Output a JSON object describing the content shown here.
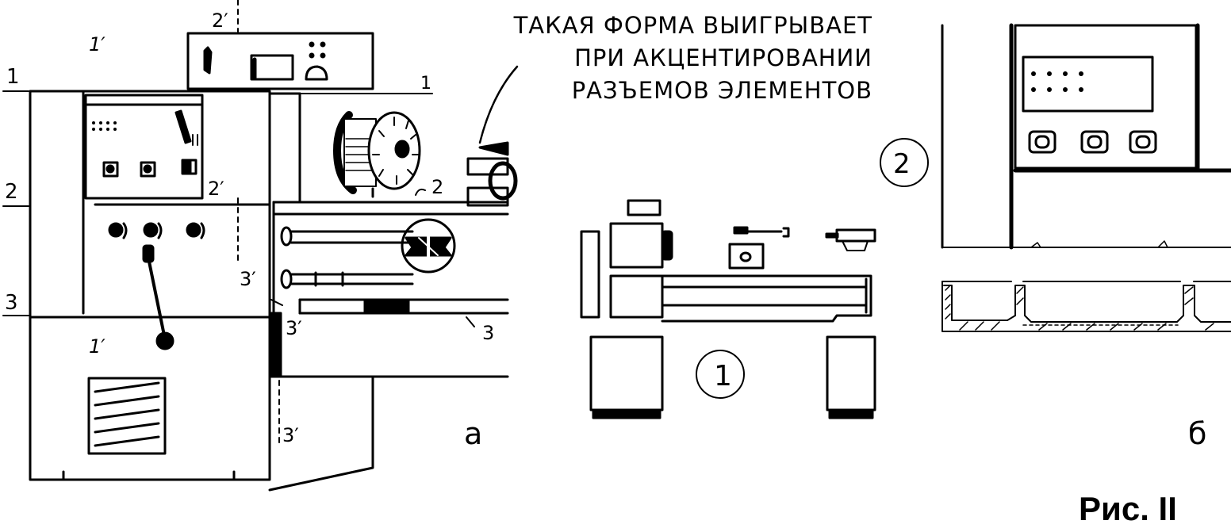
{
  "caption": {
    "line1": "ТАКАЯ ФОРМА   ВЫИГРЫВАЕТ",
    "line2": "ПРИ АКЦЕНТИРОВАНИИ",
    "line3": "РАЗЪЕМОВ ЭЛЕМЕНТОВ"
  },
  "figure_label": "Рис. II",
  "sublabels": {
    "a": "а",
    "b": "б"
  },
  "level_marks": {
    "l1": "1",
    "l2": "2",
    "l3": "3"
  },
  "callouts": {
    "one": "1",
    "one_prime": "1′",
    "two": "2",
    "two_prime": "2′",
    "three": "3",
    "three_prime": "3′",
    "circle_1": "1",
    "circle_2": "2"
  },
  "colors": {
    "ink": "#000000",
    "paper": "#ffffff"
  }
}
